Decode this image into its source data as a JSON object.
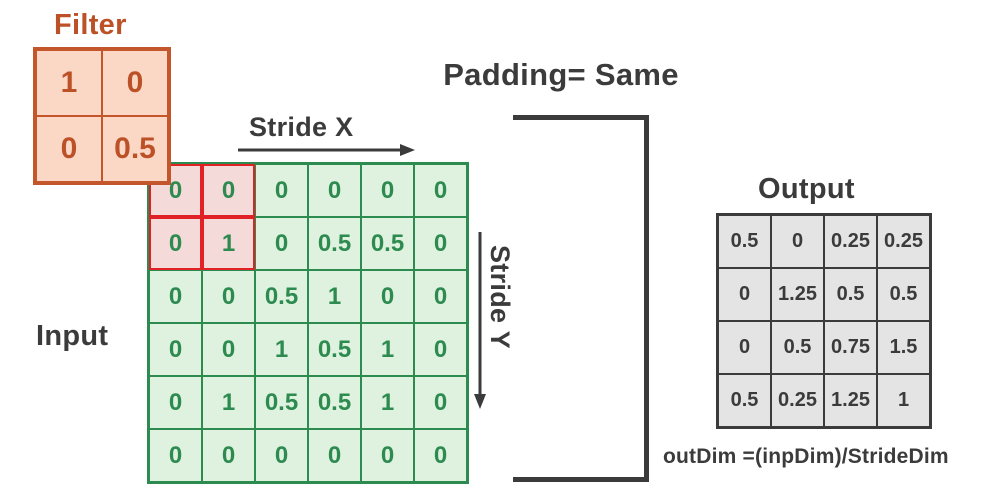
{
  "labels": {
    "filter": "Filter",
    "input": "Input",
    "output": "Output",
    "stride_x": "Stride X",
    "stride_y": "Stride Y",
    "padding": "Padding= Same",
    "formula": "outDim =(inpDim)/StrideDim"
  },
  "filter_grid": {
    "rows": [
      [
        "1",
        "0"
      ],
      [
        "0",
        "0.5"
      ]
    ]
  },
  "input_grid": {
    "rows": [
      [
        "0",
        "0",
        "0",
        "0",
        "0",
        "0"
      ],
      [
        "0",
        "1",
        "0",
        "0.5",
        "0.5",
        "0"
      ],
      [
        "0",
        "0",
        "0.5",
        "1",
        "0",
        "0"
      ],
      [
        "0",
        "0",
        "1",
        "0.5",
        "1",
        "0"
      ],
      [
        "0",
        "1",
        "0.5",
        "0.5",
        "1",
        "0"
      ],
      [
        "0",
        "0",
        "0",
        "0",
        "0",
        "0"
      ]
    ],
    "highlight_region": {
      "rows": 2,
      "cols": 2
    }
  },
  "output_grid": {
    "rows": [
      [
        "0.5",
        "0",
        "0.25",
        "0.25"
      ],
      [
        "0",
        "1.25",
        "0.5",
        "0.5"
      ],
      [
        "0",
        "0.5",
        "0.75",
        "1.5"
      ],
      [
        "0.5",
        "0.25",
        "1.25",
        "1"
      ]
    ]
  },
  "colors": {
    "rust_border": "#c4562b",
    "rust_fill": "#fbd8c5",
    "rust_text": "#bc5127",
    "green_border": "#2e8b50",
    "green_fill": "#def2df",
    "green_text": "#2e8b50",
    "red_border": "#e02226",
    "red_fill": "#f4dad8",
    "dark": "#3b3b3b",
    "gray_fill": "#e4e4e4"
  }
}
